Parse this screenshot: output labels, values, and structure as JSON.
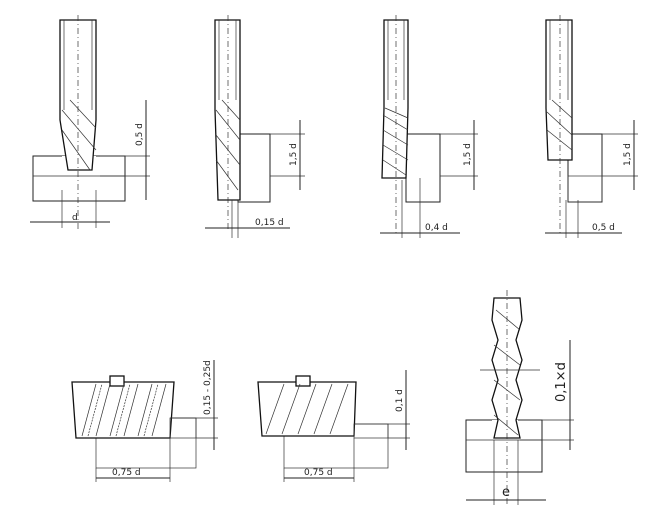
{
  "figure": {
    "top_row": [
      {
        "id": "slot-full",
        "label_depth": "0,5 d",
        "label_width": "d"
      },
      {
        "id": "side-015",
        "label_depth": "1,5 d",
        "label_width": "0,15 d"
      },
      {
        "id": "side-04",
        "label_depth": "1,5 d",
        "label_width": "0,4 d"
      },
      {
        "id": "side-05",
        "label_depth": "1,5 d",
        "label_width": "0,5 d"
      }
    ],
    "bottom_row": [
      {
        "id": "roughing-mill",
        "label_depth": "0,15 - 0,25d",
        "label_width": "0,75 d"
      },
      {
        "id": "finishing-mill",
        "label_depth": "0,1 d",
        "label_width": "0,75 d"
      },
      {
        "id": "small-slot",
        "label_depth": "0,1×d",
        "label_width": "e"
      }
    ]
  },
  "colors": {
    "ink": "#222222",
    "stipple": "#bdbdbd",
    "background": "#ffffff"
  }
}
